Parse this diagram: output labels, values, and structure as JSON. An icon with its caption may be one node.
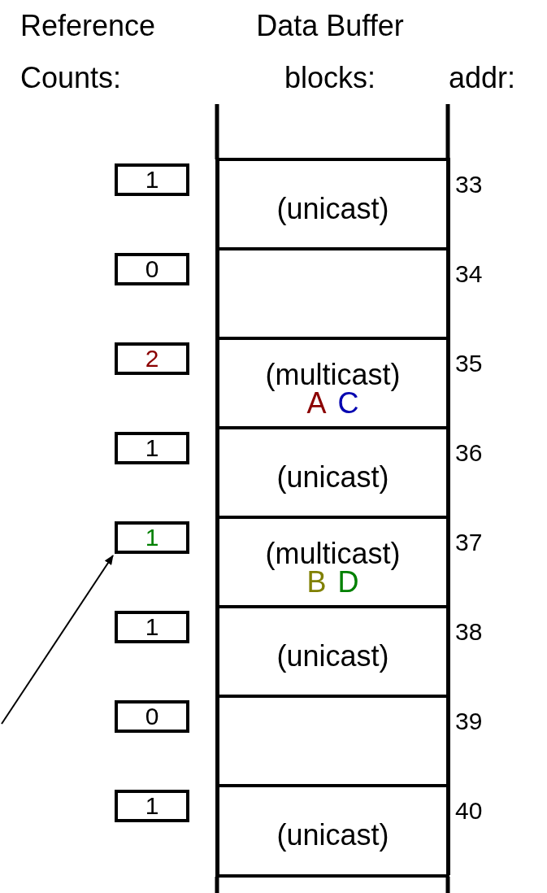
{
  "diagram": {
    "nodes": [
      {
        "text": [
          "1"
        ]
      },
      {
        "text": [
          "(unicast)"
        ],
        "beside": [
          "33"
        ]
      },
      {
        "text": [
          "0"
        ]
      },
      {
        "text": [],
        "shape": "box",
        "beside": [
          "34"
        ]
      },
      {
        "text": [
          "2"
        ]
      },
      {
        "text": [
          "(multicast)",
          "A",
          "C"
        ],
        "beside": [
          "35"
        ]
      },
      {
        "text": [
          "1"
        ]
      },
      {
        "text": [
          "(unicast)"
        ],
        "beside": [
          "36"
        ]
      },
      {
        "text": [
          "1"
        ]
      },
      {
        "text": [
          "(multicast)",
          "B",
          "D"
        ],
        "beside": [
          "37"
        ]
      },
      {
        "text": [
          "1"
        ]
      },
      {
        "text": [
          "(unicast)"
        ],
        "beside": [
          "38"
        ]
      },
      {
        "text": [
          "0"
        ]
      },
      {
        "text": [],
        "shape": "box",
        "beside": [
          "39"
        ]
      },
      {
        "text": [
          "1"
        ]
      },
      {
        "text": [
          "(unicast)"
        ],
        "beside": [
          "40"
        ]
      }
    ],
    "edges": [
      {
        "from": null,
        "to": 8,
        "arrow": "to"
      }
    ],
    "labels": [
      "Reference Counts:",
      "Data Buffer blocks:",
      "addr:"
    ]
  }
}
